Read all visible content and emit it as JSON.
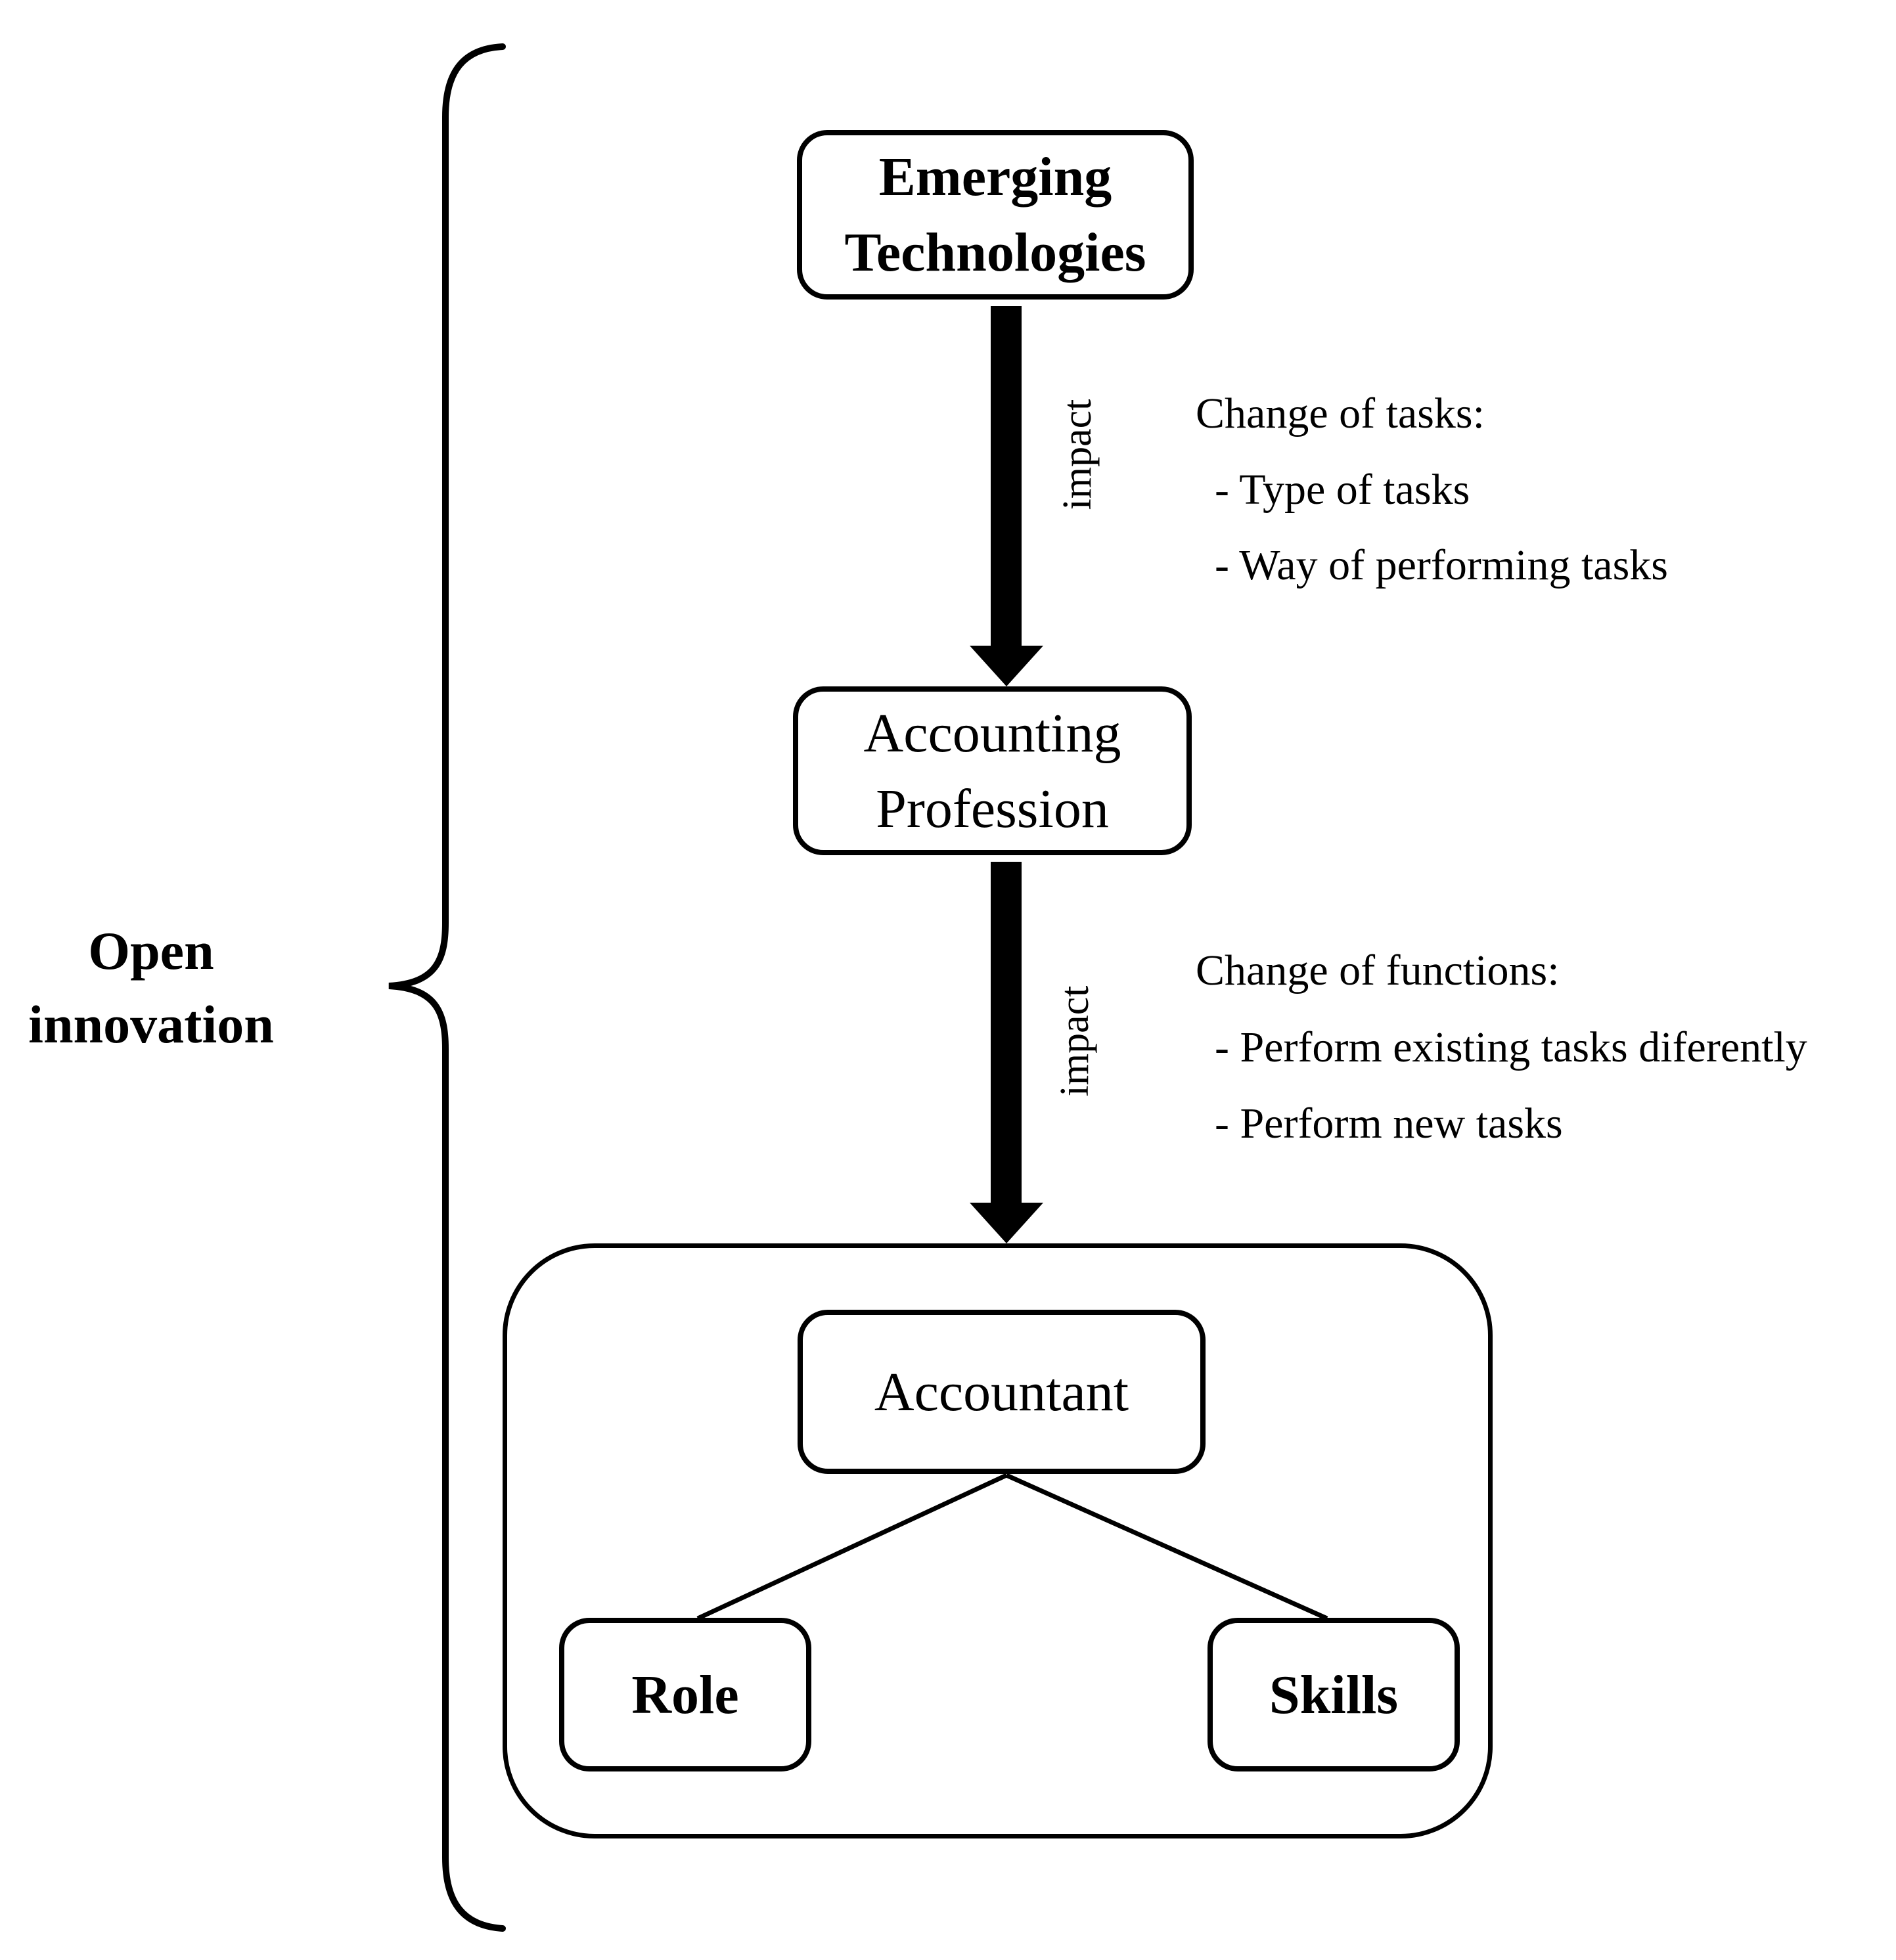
{
  "figure": {
    "colors": {
      "ink": "#000000",
      "background": "#ffffff"
    },
    "bracket": {
      "label_line1": "Open",
      "label_line2": "innovation"
    },
    "boxes": {
      "emerging": {
        "line1": "Emerging",
        "line2": "Technologies"
      },
      "accounting": {
        "line1": "Accounting",
        "line2": "Profession"
      },
      "accountant": {
        "label": "Accountant"
      },
      "role": {
        "label": "Role"
      },
      "skills": {
        "label": "Skills"
      }
    },
    "arrow1": {
      "label": "impact",
      "note_title": "Change of tasks:",
      "note_item1": "- Type of tasks",
      "note_item2": "- Way of performing tasks"
    },
    "arrow2": {
      "label": "impact",
      "note_title": "Change of functions:",
      "note_item1": "- Perform existing tasks diferently",
      "note_item2": "- Perform new tasks"
    }
  }
}
